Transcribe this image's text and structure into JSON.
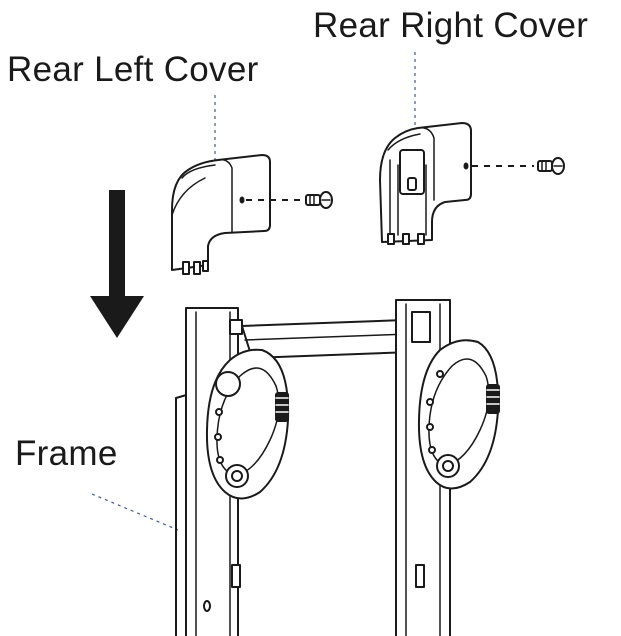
{
  "labels": {
    "rear_right_cover": "Rear Right Cover",
    "rear_left_cover": "Rear Left Cover",
    "frame": "Frame"
  },
  "colors": {
    "ink": "#1a1a1a",
    "leader": "#4a5a80",
    "background": "#ffffff"
  },
  "icons": {
    "direction": "arrow-down-icon",
    "fastener": "screw-icon"
  }
}
